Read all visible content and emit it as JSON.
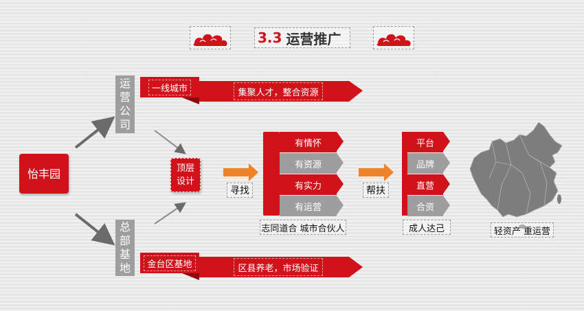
{
  "title": {
    "number": "3.3",
    "text": "运营推广"
  },
  "source": "怡丰园",
  "top_branch": {
    "label": "运营公司",
    "tag": "一线城市",
    "arrow_text": "集聚人才，整合资源"
  },
  "bottom_branch": {
    "label": "总部基地",
    "tag": "金台区基地",
    "arrow_text": "区县养老，市场验证"
  },
  "center": "顶层设计",
  "step1": "寻找",
  "stack1": {
    "items": [
      "有情怀",
      "有资源",
      "有实力",
      "有运营"
    ],
    "caption": "志同道合  城市合伙人"
  },
  "step2": "帮扶",
  "stack2": {
    "items": [
      "平台",
      "品牌",
      "直营",
      "合资"
    ],
    "caption": "成人达己"
  },
  "map_caption": "轻资产  重运营",
  "colors": {
    "red": "#d0121b",
    "gray": "#9e9e9e",
    "orange": "#f0822a"
  }
}
